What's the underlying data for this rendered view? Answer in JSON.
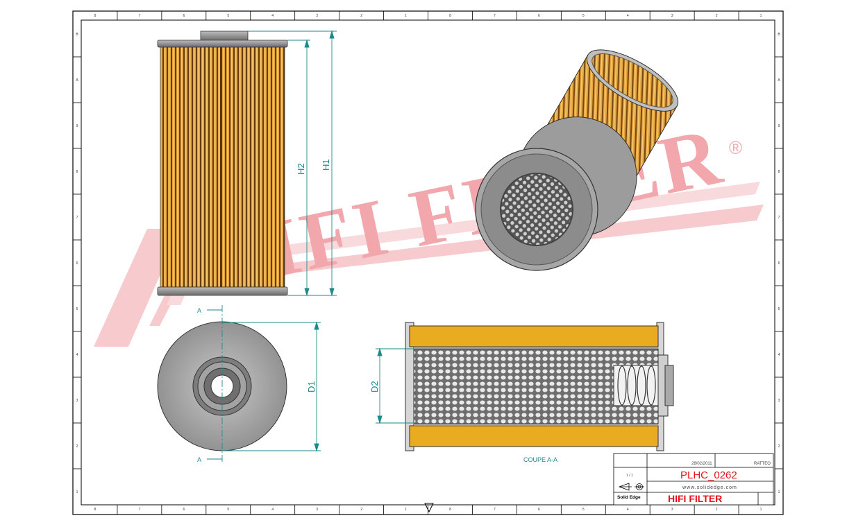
{
  "drawing": {
    "view_labels": {
      "h1": "H1",
      "h2": "H2",
      "d1": "D1",
      "d2": "D2",
      "section_a": "A",
      "section_title": "COUPE A-A"
    },
    "watermark": {
      "text": "HIFI FILTER",
      "registered": "®"
    },
    "border_marks_top": [
      "8",
      "7",
      "6",
      "5",
      "4",
      "3",
      "2",
      "1",
      "8",
      "7",
      "6",
      "5",
      "4",
      "3",
      "2",
      "1"
    ],
    "border_marks_side": [
      "B",
      "A",
      "9",
      "8",
      "7",
      "6",
      "5",
      "4",
      "3",
      "2",
      "1"
    ],
    "colors": {
      "filter_paper": "#d99a2b",
      "filter_paper_light": "#f0c060",
      "section_yellow": "#e9ab1f",
      "end_cap": "#9a9a9a",
      "dimension": "#1a8a8a",
      "watermark": "#e8606a",
      "brand_red": "#e8101c"
    }
  },
  "title_block": {
    "date": "28/02/2011",
    "author": "RATTEO",
    "part_number": "PLHC_0262",
    "scale": "1 / 1",
    "website": "www.solidedge.com",
    "software": "Solid Edge",
    "brand": "HIFI FILTER"
  }
}
